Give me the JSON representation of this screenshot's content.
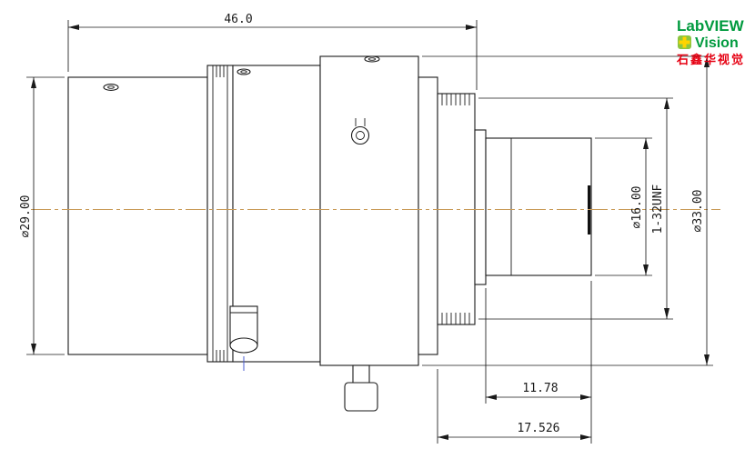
{
  "drawing": {
    "dims": {
      "overall_length": "46.0",
      "front_diameter": "⌀29.00",
      "body_diameter": "⌀33.00",
      "mount_thread": "1-32UNF",
      "rear_diameter": "⌀16.00",
      "image_plane_offset": "11.78",
      "flange_focal_distance": "17.526"
    },
    "colors": {
      "line": "#1a1a1a",
      "centerline": "#c99a57",
      "screw_mark_blue": "#4a5bd0"
    }
  },
  "logo": {
    "brand": "LabVIEW",
    "product": "Vision",
    "company_cn": "石鑫华视觉",
    "colors": {
      "green": "#009a3e",
      "icon_green": "#8dc63f",
      "icon_yellow": "#ffd400",
      "red": "#e60012"
    }
  }
}
